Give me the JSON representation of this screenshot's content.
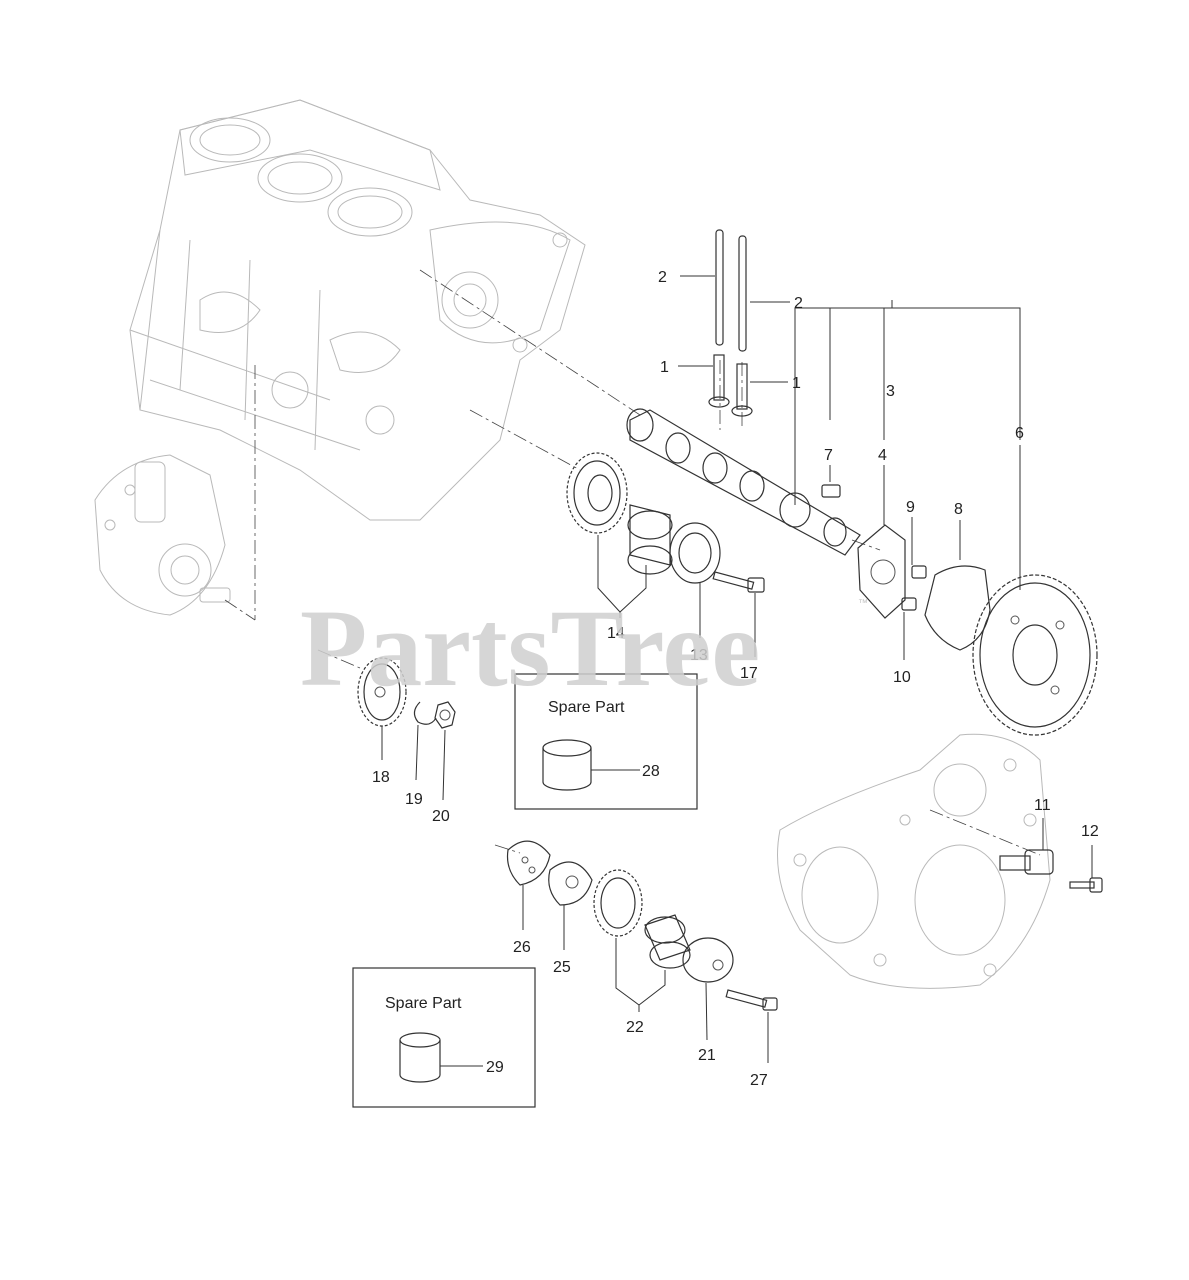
{
  "watermark": {
    "text": "PartsTree",
    "trademark": "™"
  },
  "spare_boxes": [
    {
      "title": "Spare Part",
      "part": "28"
    },
    {
      "title": "Spare Part",
      "part": "29"
    }
  ],
  "callouts": {
    "c1a": "1",
    "c1b": "1",
    "c2a": "2",
    "c2b": "2",
    "c3": "3",
    "c4": "4",
    "c6": "6",
    "c7": "7",
    "c8": "8",
    "c9": "9",
    "c10": "10",
    "c11": "11",
    "c12": "12",
    "c13": "13",
    "c14": "14",
    "c17": "17",
    "c18": "18",
    "c19": "19",
    "c20": "20",
    "c21": "21",
    "c22": "22",
    "c25": "25",
    "c26": "26",
    "c27": "27"
  }
}
